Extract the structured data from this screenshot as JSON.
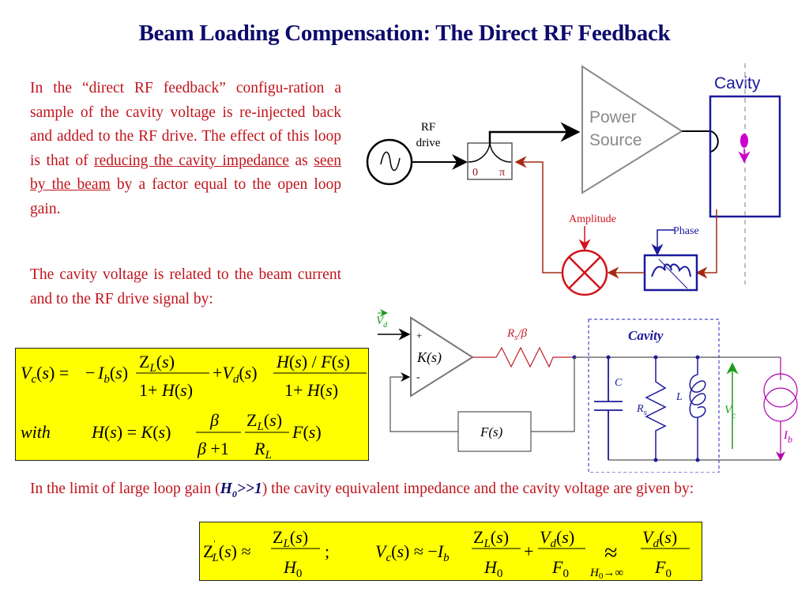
{
  "title": "Beam Loading Compensation: The Direct RF Feedback",
  "paragraph1": {
    "pre": "In the “direct RF feedback” configu-ration a sample of the cavity voltage is re-injected back and added to the RF drive. The effect of this loop is that of ",
    "underline1": "reducing the cavity impedance",
    "mid": " as ",
    "underline2": "seen by the beam",
    "post": " by a factor equal to the open loop gain."
  },
  "paragraph2": "The cavity voltage is related to the beam current and to the RF drive signal by:",
  "paragraph3": {
    "pre": "In the limit of  large loop gain (",
    "highlight": "H0>>1",
    "post": ") the cavity equivalent impedance and the cavity voltage are given by:"
  },
  "equation1": {
    "line1": "Vc(s) = − Ib(s) ZL(s)/(1+H(s)) + Vd(s) (H(s)/F(s))/(1+H(s))",
    "with_label": "with",
    "line2": "H(s) = K(s) β/(β+1) ZL(s)/RL F(s)"
  },
  "equation2": "Z'L(s) ≈ ZL(s)/H0;   Vc(s) ≈ −Ib ZL(s)/H0 + Vd(s)/F0 ≈(H0→∞) Vd(s)/F0",
  "diagram1": {
    "rf_drive_label": [
      "RF",
      "drive"
    ],
    "combiner_ports": [
      "0",
      "π"
    ],
    "power_source_label": [
      "Power",
      "Source"
    ],
    "cavity_label": "Cavity",
    "amplitude_label": "Amplitude",
    "phase_label": "Phase",
    "colors": {
      "feedback": "#a52a14",
      "cavity": "#1a1a9c",
      "amplitude": "#d0141c",
      "beam": "#cc00cc",
      "power": "#8a8a8a"
    }
  },
  "diagram2": {
    "vd_label": "Vd",
    "plus": "+",
    "minus": "-",
    "amp_label": "K(s)",
    "resistor_label": "Rs/β",
    "feedback_label": "F(s)",
    "cavity_label": "Cavity",
    "c_label": "C",
    "rs_label": "Rs",
    "l_label": "L",
    "vc_label": "Vc",
    "ib_label": "Ib"
  }
}
